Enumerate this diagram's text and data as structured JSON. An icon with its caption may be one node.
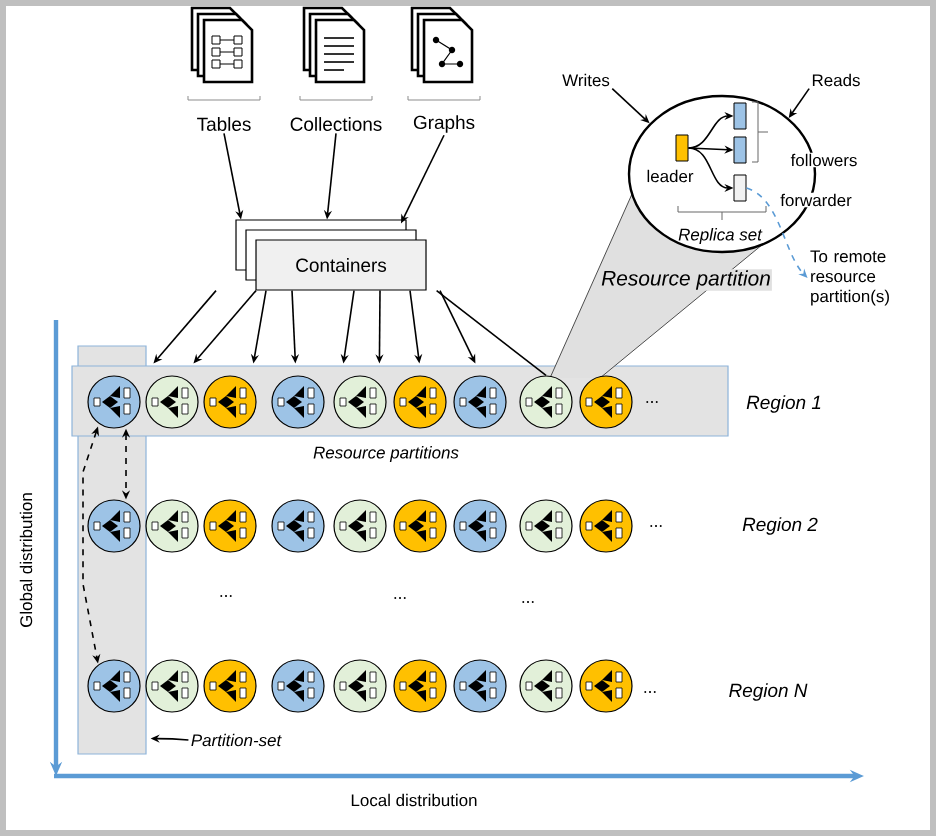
{
  "diagram": {
    "nodes": [
      {
        "text": [
          "Tables"
        ]
      },
      {
        "text": [
          "Collections"
        ]
      },
      {
        "text": [
          "Graphs"
        ]
      },
      {
        "text": [
          "Containers"
        ]
      },
      {
        "text": [],
        "shape": "box"
      },
      {
        "text": [],
        "shape": "band"
      },
      {
        "text": [],
        "shape": "circle"
      },
      {
        "text": [],
        "shape": "circle",
        "in": 5
      },
      {
        "text": [],
        "shape": "circle",
        "in": 5
      },
      {
        "text": [],
        "shape": "circle",
        "in": 5
      },
      {
        "text": [],
        "shape": "circle",
        "in": 5
      },
      {
        "text": [],
        "shape": "circle",
        "in": 5
      },
      {
        "text": [],
        "shape": "circle",
        "in": 5
      },
      {
        "text": [],
        "shape": "circle",
        "in": 5
      },
      {
        "text": [],
        "shape": "circle",
        "in": 5
      },
      {
        "text": [],
        "shape": "circle",
        "in": 4
      },
      {
        "text": [],
        "shape": "circle"
      },
      {
        "text": [],
        "shape": "circle"
      },
      {
        "text": [],
        "shape": "circle"
      },
      {
        "text": [],
        "shape": "circle"
      },
      {
        "text": [],
        "shape": "circle"
      },
      {
        "text": [],
        "shape": "circle"
      },
      {
        "text": [],
        "shape": "circle"
      },
      {
        "text": [],
        "shape": "circle"
      },
      {
        "text": [],
        "shape": "circle",
        "in": 4
      },
      {
        "text": [],
        "shape": "circle"
      },
      {
        "text": [],
        "shape": "circle"
      },
      {
        "text": [],
        "shape": "circle"
      },
      {
        "text": [],
        "shape": "circle"
      },
      {
        "text": [],
        "shape": "circle"
      },
      {
        "text": [],
        "shape": "circle"
      },
      {
        "text": [],
        "shape": "circle"
      },
      {
        "text": [],
        "shape": "circle"
      },
      {
        "text": [
          "Partition-set"
        ]
      },
      {
        "text": [
          "Writes"
        ]
      },
      {
        "text": [
          "Reads"
        ]
      },
      {
        "text": [],
        "shape": "circle",
        "beside": [
          "Resource partition"
        ]
      },
      {
        "text": [],
        "shape": "box",
        "in": 36,
        "beside": [
          "leader"
        ]
      },
      {
        "text": [],
        "shape": "box",
        "in": 36
      },
      {
        "text": [],
        "shape": "box",
        "in": 36
      },
      {
        "text": [],
        "shape": "box",
        "in": 36,
        "beside": [
          "forwarder"
        ]
      },
      {
        "text": [
          "To remote resource partition(s)"
        ]
      }
    ],
    "edges": [
      {
        "from": 0,
        "to": 3,
        "arrow": "to"
      },
      {
        "from": 1,
        "to": 3,
        "arrow": "to"
      },
      {
        "from": 2,
        "to": 3,
        "arrow": "to"
      },
      {
        "from": 3,
        "to": 5,
        "arrow": "to"
      },
      {
        "from": 3,
        "to": 5,
        "arrow": "to"
      },
      {
        "from": 3,
        "to": 5,
        "arrow": "to"
      },
      {
        "from": 3,
        "to": 5,
        "arrow": "to"
      },
      {
        "from": 3,
        "to": 5,
        "arrow": "to"
      },
      {
        "from": 3,
        "to": 5,
        "arrow": "to"
      },
      {
        "from": 3,
        "to": 5,
        "arrow": "to"
      },
      {
        "from": 3,
        "to": 5,
        "arrow": "to"
      },
      {
        "from": 3,
        "to": 13,
        "arrow": "none"
      },
      {
        "from": 6,
        "to": 15,
        "arrow": "both",
        "style": "dashed"
      },
      {
        "from": 6,
        "to": 24,
        "arrow": "both",
        "style": "dashed"
      },
      {
        "from": 33,
        "to": 4,
        "arrow": "to"
      },
      {
        "from": 34,
        "to": 36,
        "arrow": "to"
      },
      {
        "from": 35,
        "to": 36,
        "arrow": "to"
      },
      {
        "from": 37,
        "to": 38,
        "arrow": "to"
      },
      {
        "from": 37,
        "to": 39,
        "arrow": "to"
      },
      {
        "from": 37,
        "to": 40,
        "arrow": "to"
      },
      {
        "from": 40,
        "to": 41,
        "arrow": "to",
        "style": "dashed",
        "color": "#5b9bd5"
      }
    ],
    "labels": [
      "followers",
      "Replica set",
      "...",
      "Region 1",
      "Resource partitions",
      "...",
      "Region 2",
      "...",
      "...",
      "...",
      "...",
      "Region N",
      "Global distribution",
      "Local distribution"
    ]
  }
}
